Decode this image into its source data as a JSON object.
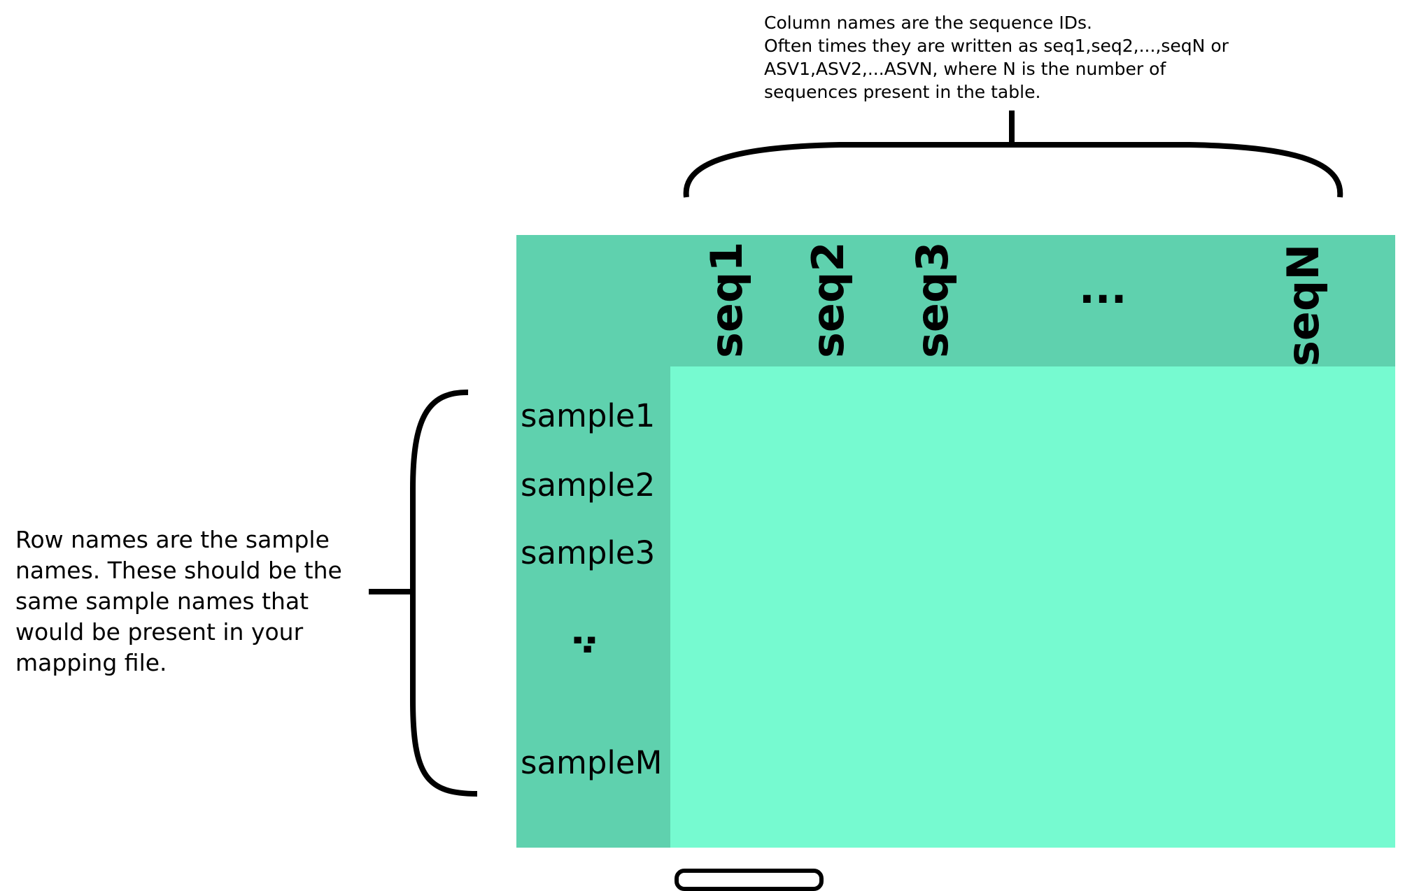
{
  "annotations": {
    "top_note": "Column names are the sequence IDs.\nOften times they are written as seq1,seq2,...,seqN or\nASV1,ASV2,...ASVN, where N is the number of\nsequences present in the table.",
    "left_note": "Row names are the sample names. These should be the same sample names that would be present in your mapping file."
  },
  "table": {
    "columns": [
      "seq1",
      "seq2",
      "seq3",
      "...",
      "seqN"
    ],
    "rows": [
      "sample1",
      "sample2",
      "sample3",
      ":",
      "sampleM"
    ]
  },
  "colors": {
    "header": "#5fd1ae",
    "body": "#76fad0"
  }
}
